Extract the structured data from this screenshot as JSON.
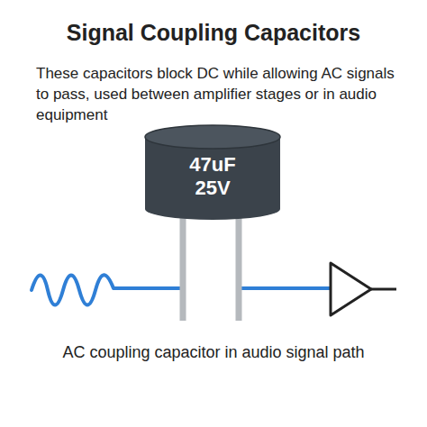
{
  "diagram": {
    "title": "Signal Coupling Capacitors",
    "caption": "AC coupling capacitor in audio signal path",
    "nodes": [
      {
        "text": [
          "47uF",
          "25V"
        ]
      }
    ],
    "labels": [
      "These capacitors block DC while allowing AC signals to pass, used between amplifier stages or in audio equipment"
    ]
  }
}
